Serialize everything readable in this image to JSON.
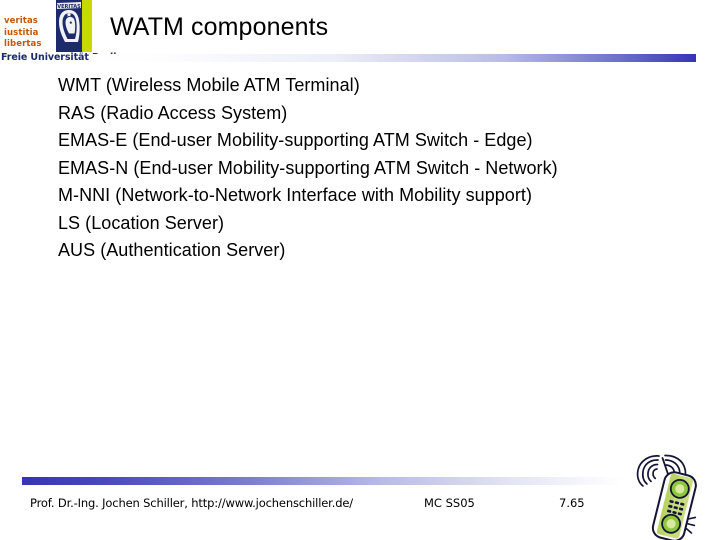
{
  "slide": {
    "title": "WATM components",
    "logo": {
      "motto_lines": [
        "veritas",
        "iustitia",
        "libertas"
      ],
      "university": "Freie Universität Berlin",
      "motto_color": "#c25708",
      "seal_color": "#1d2a6b",
      "accent_color": "#c9d900"
    },
    "accent_colors": {
      "rule_blue": "#3634b4",
      "text_black": "#000000",
      "phone_body": "#c7dd7e",
      "phone_detail": "#8ec63f",
      "phone_outline": "#1a1a2e"
    },
    "body": {
      "items": [
        "WMT (Wireless Mobile ATM Terminal)",
        "RAS (Radio Access System)",
        "EMAS-E (End-user Mobility-supporting ATM Switch - Edge)",
        "EMAS-N (End-user Mobility-supporting ATM Switch - Network)",
        "M-NNI (Network-to-Network Interface with Mobility support)",
        "LS (Location Server)",
        "AUS (Authentication Server)"
      ]
    },
    "footer": {
      "author": "Prof. Dr.-Ing. Jochen Schiller, http://www.jochenschiller.de/",
      "course": "MC SS05",
      "page": "7.65"
    }
  }
}
